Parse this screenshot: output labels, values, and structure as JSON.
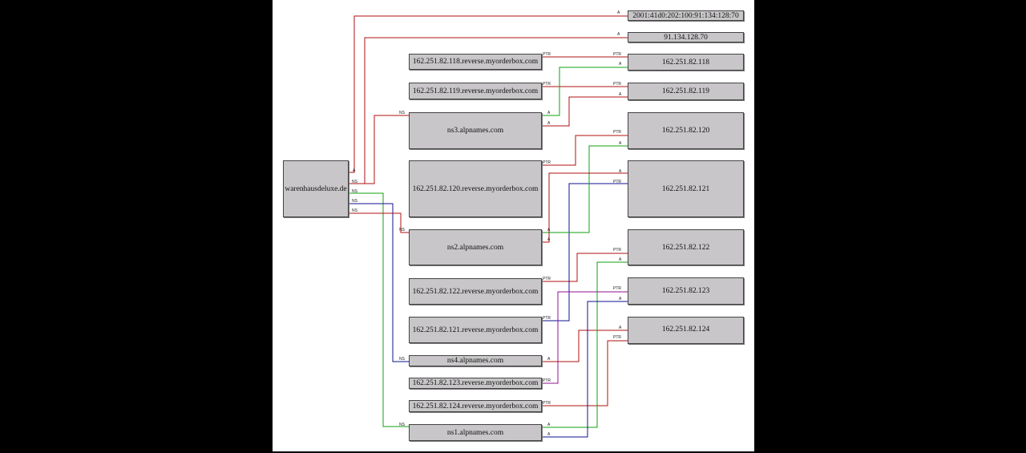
{
  "domain_node": {
    "label": "warenhausdeluxe.de"
  },
  "nameservers": {
    "ns1": "ns1.alpnames.com",
    "ns2": "ns2.alpnames.com",
    "ns3": "ns3.alpnames.com",
    "ns4": "ns4.alpnames.com"
  },
  "reverse_hosts": {
    "r118": "162.251.82.118.reverse.myorderbox.com",
    "r119": "162.251.82.119.reverse.myorderbox.com",
    "r120": "162.251.82.120.reverse.myorderbox.com",
    "r121": "162.251.82.121.reverse.myorderbox.com",
    "r122": "162.251.82.122.reverse.myorderbox.com",
    "r123": "162.251.82.123.reverse.myorderbox.com",
    "r124": "162.251.82.124.reverse.myorderbox.com"
  },
  "ip_nodes": {
    "ipv6": "2001:41d0:202:100:91:134:128:70",
    "ipv4": "91.134.128.70",
    "ip118": "162.251.82.118",
    "ip119": "162.251.82.119",
    "ip120": "162.251.82.120",
    "ip121": "162.251.82.121",
    "ip122": "162.251.82.122",
    "ip123": "162.251.82.123",
    "ip124": "162.251.82.124"
  },
  "edge_labels": {
    "ns": "NS",
    "a": "A",
    "ptr": "PTR"
  },
  "colors": {
    "red": "#b01010",
    "green": "#10a010",
    "blue": "#101090",
    "purple": "#901090",
    "node_fill": "#c8c6c8"
  }
}
